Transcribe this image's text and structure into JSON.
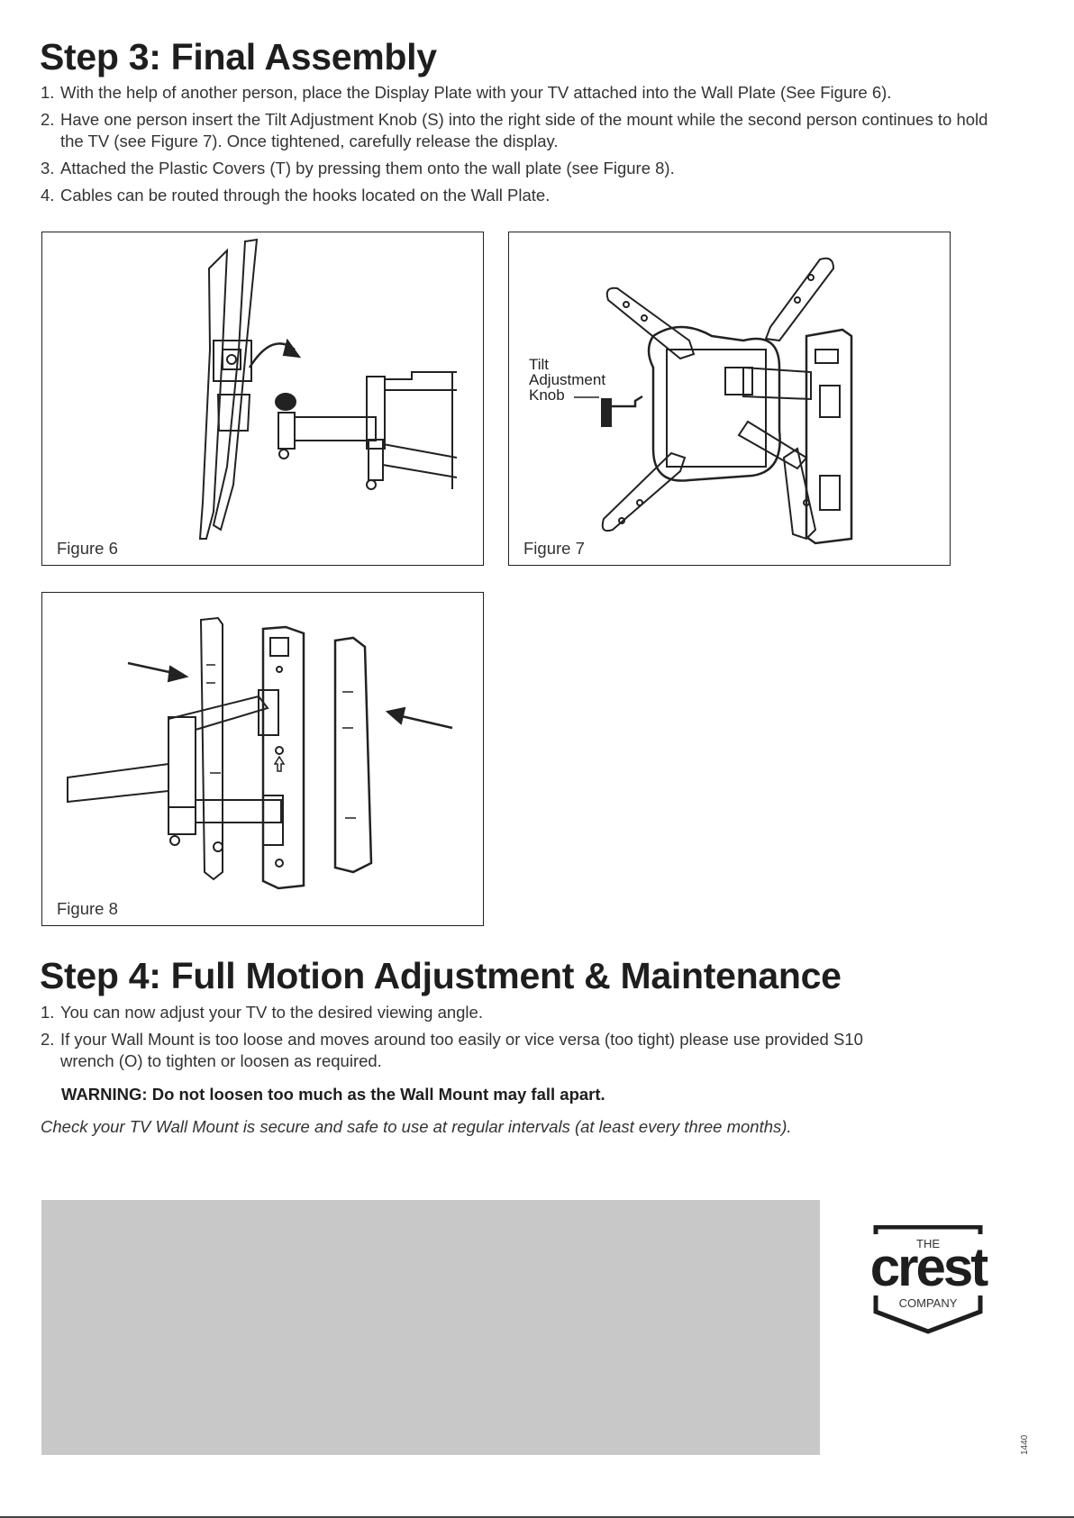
{
  "step3": {
    "title": "Step 3: Final Assembly",
    "items": [
      {
        "num": "1.",
        "text": "With the help of another person, place the Display Plate with your TV attached into the Wall Plate (See Figure 6)."
      },
      {
        "num": "2.",
        "text": "Have one person insert the Tilt Adjustment Knob (S) into the right side of the mount while the second person continues to hold the TV (see Figure 7). Once tightened, carefully release the display."
      },
      {
        "num": "3.",
        "text": "Attached the Plastic Covers (T) by pressing them onto the wall plate (see Figure 8)."
      },
      {
        "num": "4.",
        "text": "Cables can be routed through the hooks located on the Wall Plate."
      }
    ]
  },
  "figures": {
    "fig6": {
      "caption": "Figure 6"
    },
    "fig7": {
      "caption": "Figure 7",
      "callout_line1": "Tilt",
      "callout_line2": "Adjustment",
      "callout_line3": "Knob"
    },
    "fig8": {
      "caption": "Figure 8"
    }
  },
  "step4": {
    "title": "Step 4: Full Motion Adjustment & Maintenance",
    "items": [
      {
        "num": "1.",
        "text": "You can now adjust your TV to the desired viewing angle."
      },
      {
        "num": "2.",
        "text": "If your Wall Mount is too loose and moves around too easily or vice versa (too tight) please use provided S10 wrench (O) to tighten or loosen as required."
      }
    ],
    "warning": "WARNING: Do not loosen too much as the Wall Mount may fall apart.",
    "note": "Check your TV Wall Mount is secure and safe to use at regular intervals (at least every three months)."
  },
  "logo": {
    "top": "THE",
    "main": "crest",
    "bottom": "COMPANY"
  },
  "page_code": "1440",
  "colors": {
    "gray_box": "#c8c8c8",
    "text": "#333333",
    "heading": "#1e1e1e"
  }
}
